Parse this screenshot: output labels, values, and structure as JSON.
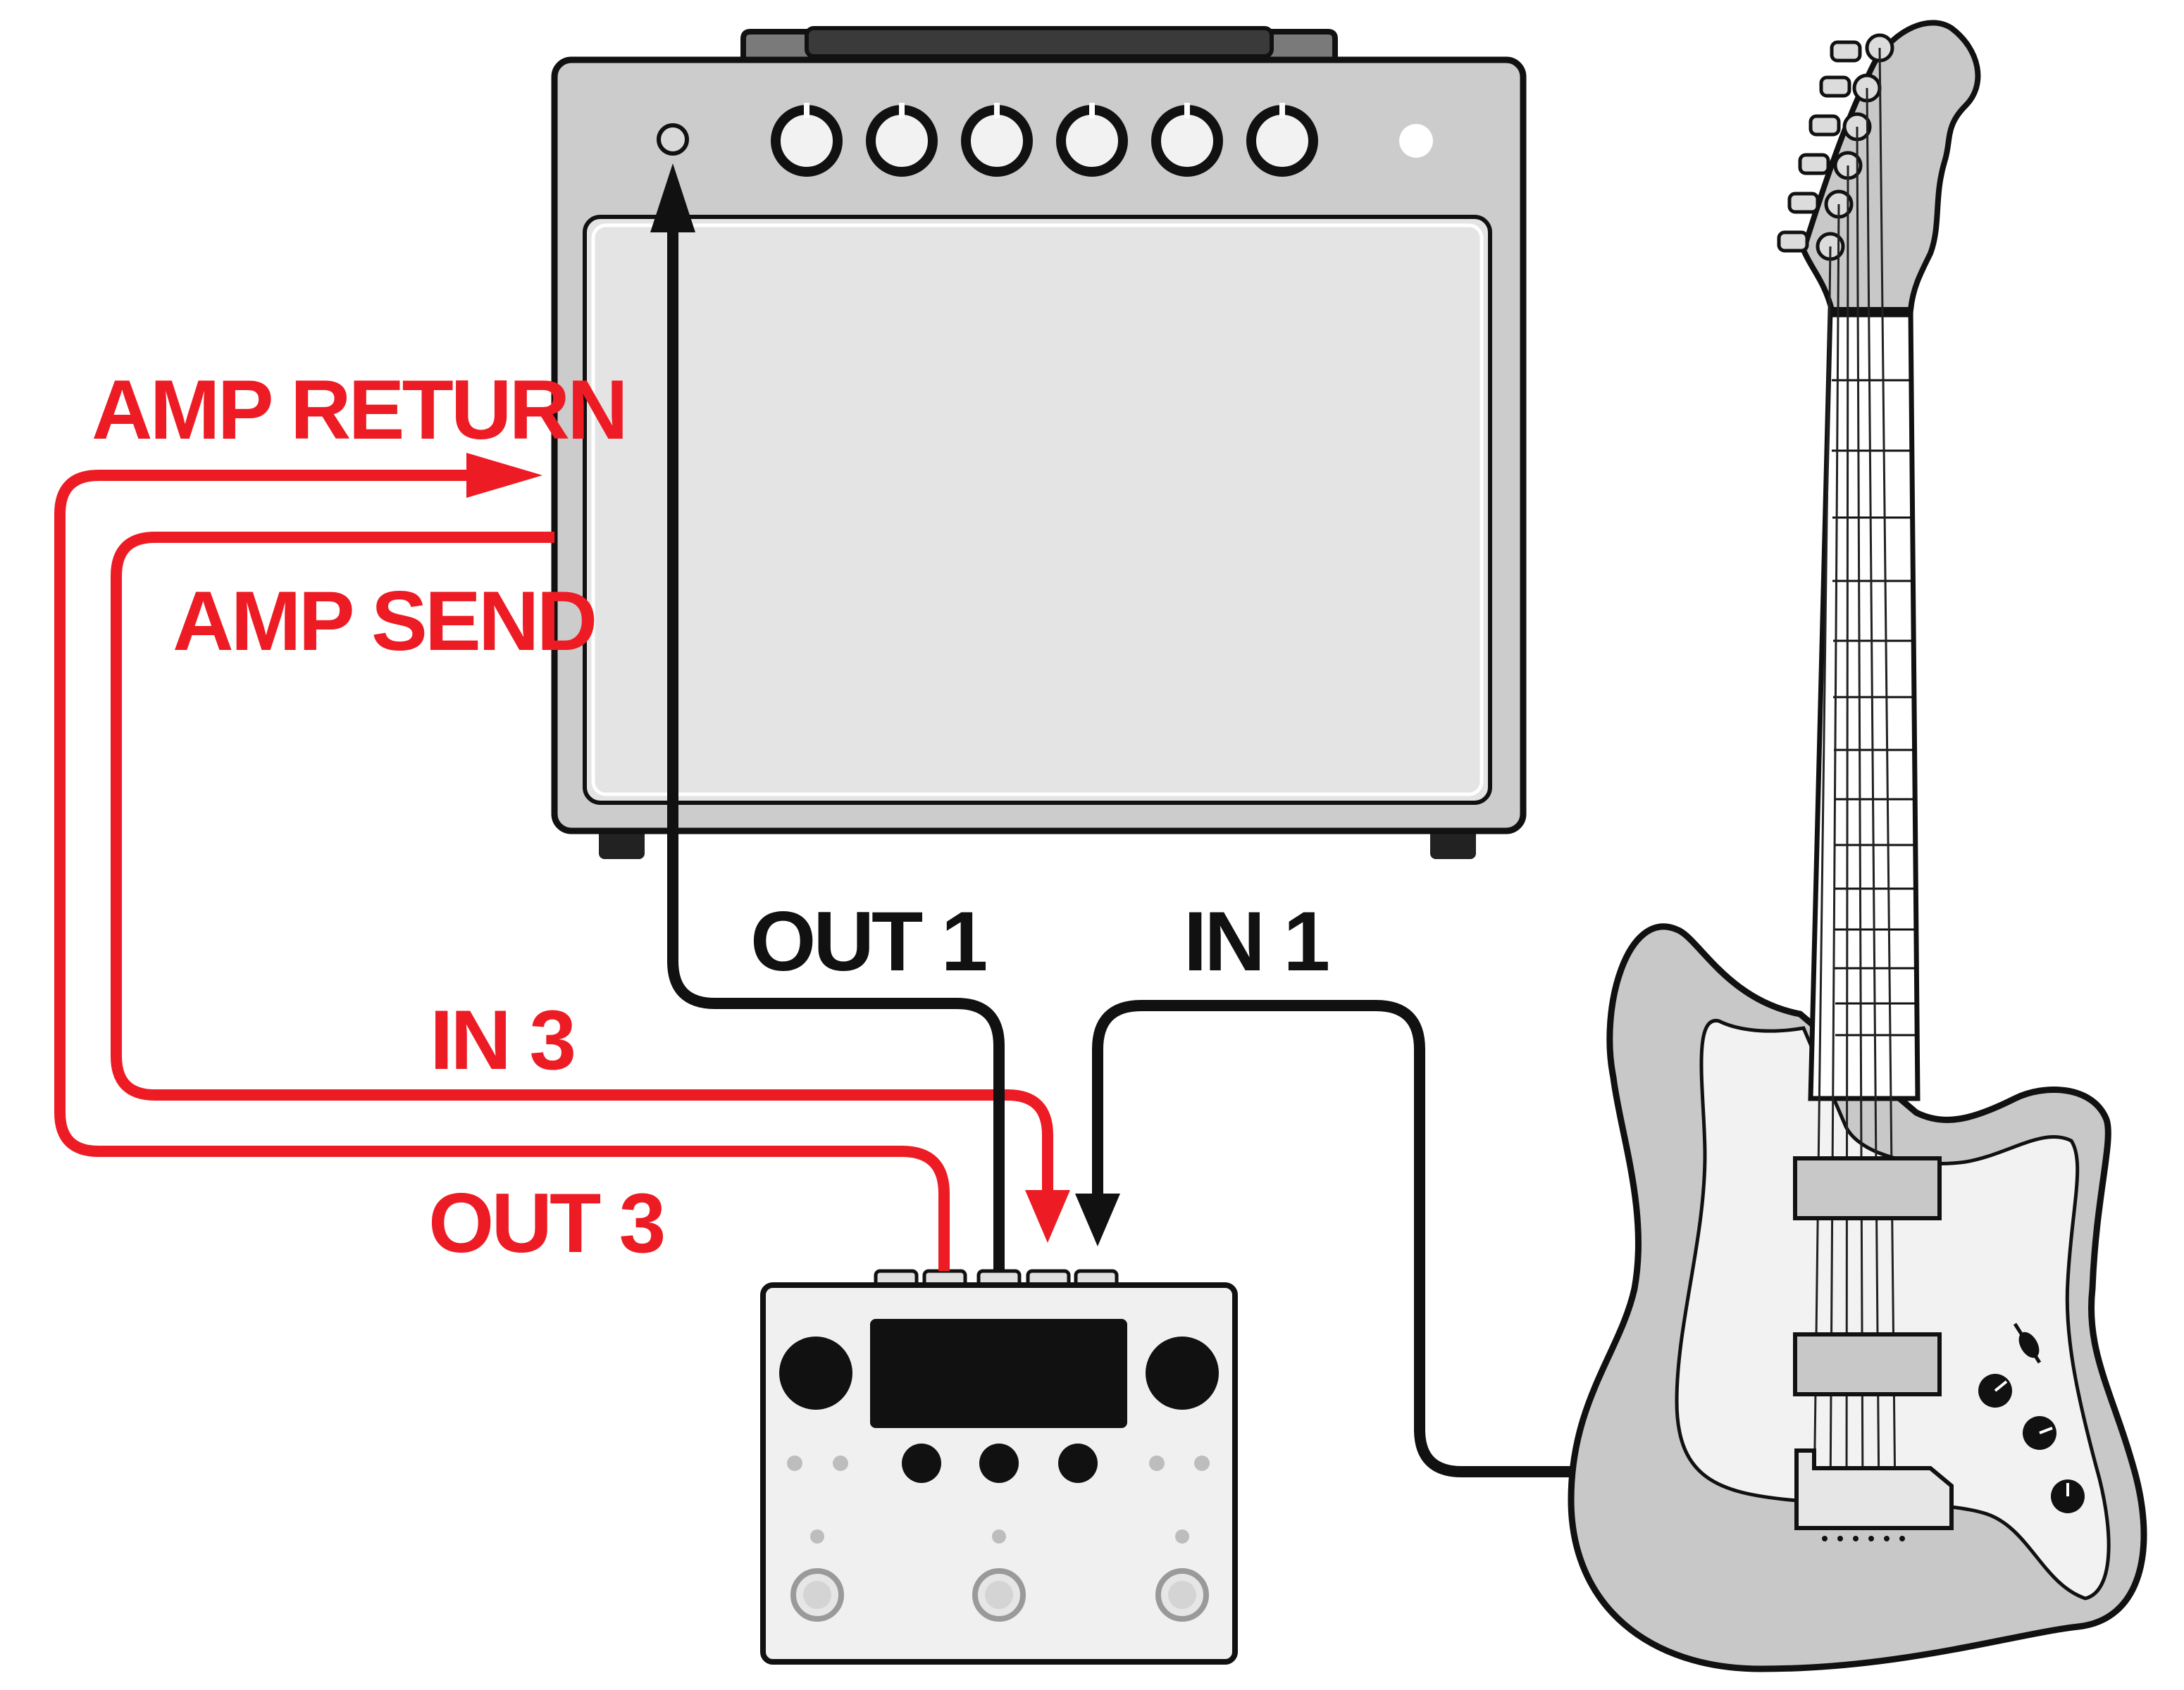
{
  "labels": {
    "amp_return": "AMP RETURN",
    "amp_send": "AMP SEND",
    "out1": "OUT 1",
    "in1": "IN 1",
    "in3": "IN 3",
    "out3": "OUT 3"
  },
  "colors": {
    "signal_red": "#ED1C24",
    "cable_black": "#111111",
    "amp_body": "#CCCCCC",
    "amp_grille": "#E4E4E4",
    "guitar_body": "#C8C8C8",
    "pedal_body": "#F0F0F0"
  },
  "icons": [
    "amp-combo-icon",
    "electric-guitar-icon",
    "multi-effects-pedal-icon"
  ]
}
